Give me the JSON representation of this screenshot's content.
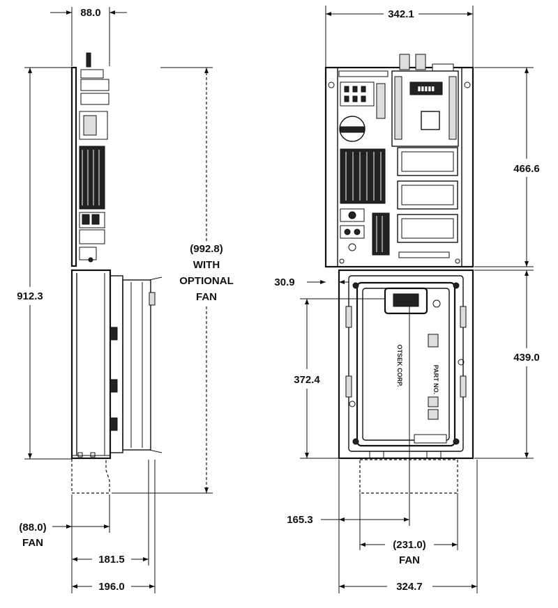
{
  "dimensions": {
    "side_depth_top": "88.0",
    "front_width_top": "342.1",
    "side_height": "912.3",
    "height_with_fan": "(992.8)",
    "with_fan_line1": "WITH",
    "with_fan_line2": "OPTIONAL",
    "with_fan_line3": "FAN",
    "upper_section_height": "466.6",
    "gap": "30.9",
    "lower_section_height": "439.0",
    "inner_height": "372.4",
    "fan_depth": "(88.0)",
    "fan_depth_label": "FAN",
    "offset_165": "165.3",
    "fan_width": "(231.0)",
    "fan_width_label": "FAN",
    "depth_181": "181.5",
    "depth_196": "196.0",
    "front_width_bottom": "324.7"
  },
  "labels": {
    "brand": "OTSEK CORP.",
    "part_no": "PART NO."
  },
  "colors": {
    "line": "#111111",
    "background": "#ffffff"
  }
}
